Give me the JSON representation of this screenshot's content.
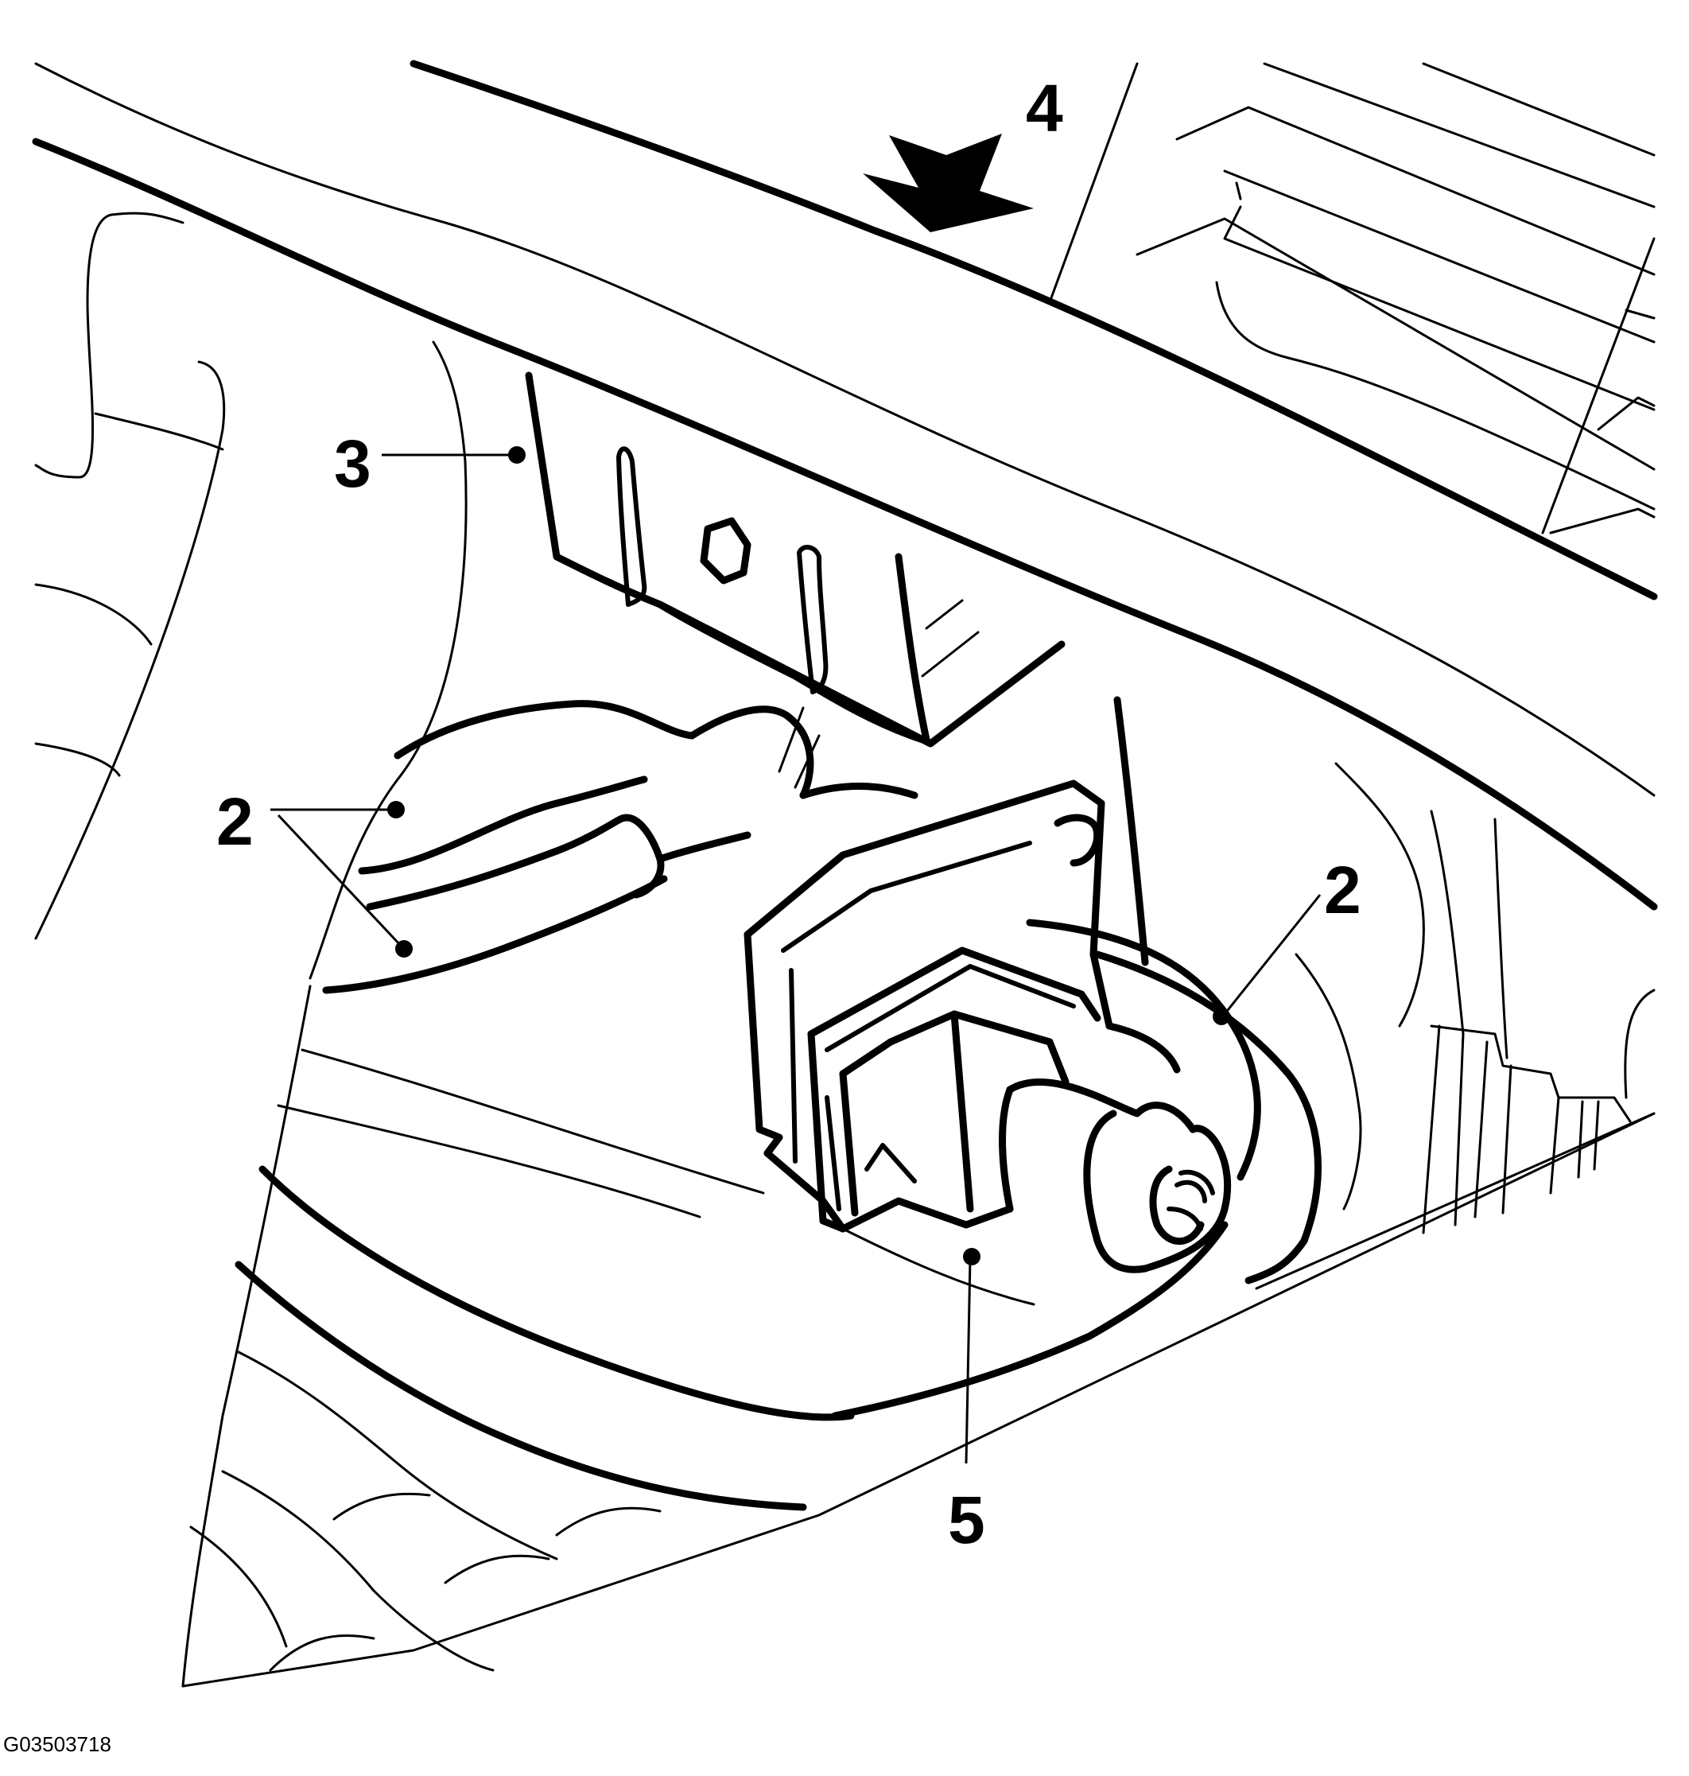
{
  "figure": {
    "callouts": [
      {
        "id": "callout-2-left",
        "label": "2"
      },
      {
        "id": "callout-2-right",
        "label": "2"
      },
      {
        "id": "callout-3",
        "label": "3"
      },
      {
        "id": "callout-4",
        "label": "4"
      },
      {
        "id": "callout-5",
        "label": "5"
      }
    ],
    "figure_id": "G03503718",
    "colors": {
      "line": "#000000",
      "background": "#ffffff"
    },
    "icons": {
      "view_direction": "arrow-icon"
    }
  }
}
